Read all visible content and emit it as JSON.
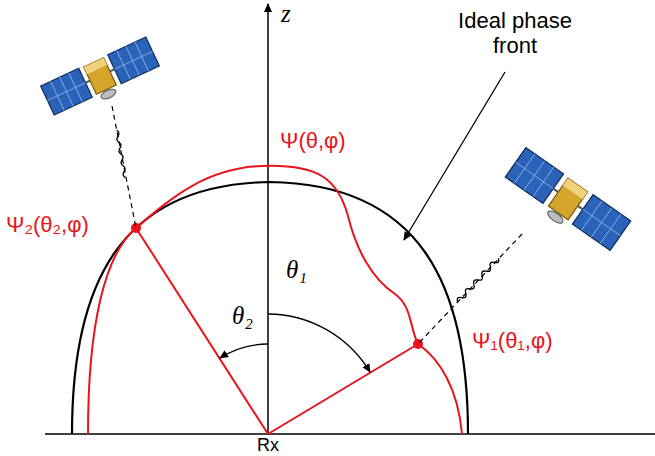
{
  "diagram": {
    "labels": [
      "z",
      "Ideal phase front",
      "Ψ(θ,φ)",
      "Ψ₂(θ₂,φ)",
      "θ₂",
      "θ₁",
      "Ψ₁(θ₁,φ)",
      "Rx"
    ]
  }
}
